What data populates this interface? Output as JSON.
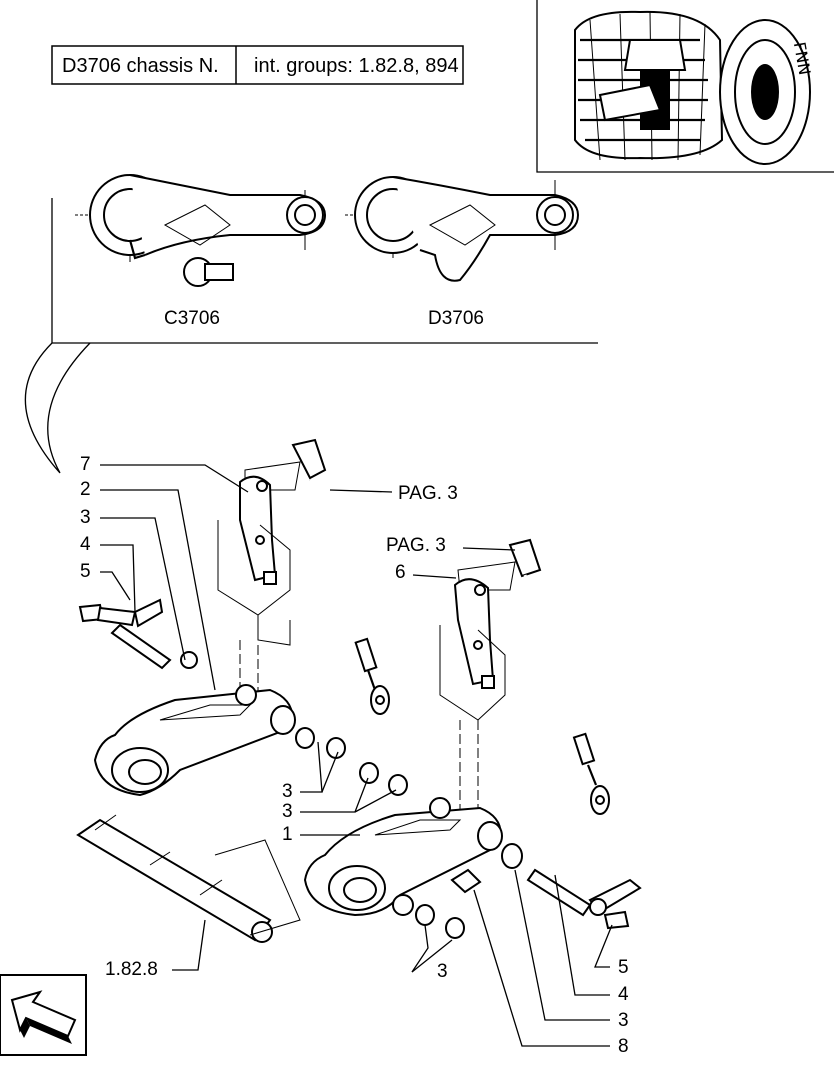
{
  "header": {
    "model_cell": "D3706 chassis N.",
    "groups_cell": "int. groups: 1.82.8, 894"
  },
  "variants": {
    "left_label": "C3706",
    "right_label": "D3706"
  },
  "callouts": {
    "c7": "7",
    "c2": "2",
    "c3a": "3",
    "c4a": "4",
    "c5a": "5",
    "pag_top": "PAG. 3",
    "pag_mid": "PAG. 3",
    "c6": "6",
    "c3b": "3",
    "c3c": "3",
    "c1": "1",
    "c182": "1.82.8",
    "c3d": "3",
    "c5b": "5",
    "c4b": "4",
    "c3e": "3",
    "c8": "8"
  },
  "icons": {
    "nav_arrow": "back-arrow-icon"
  }
}
